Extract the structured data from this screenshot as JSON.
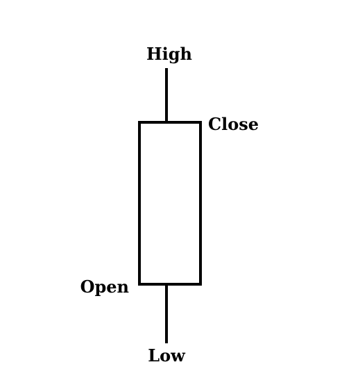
{
  "diagram": {
    "labels": {
      "high": "High",
      "close": "Close",
      "open": "Open",
      "low": "Low"
    },
    "colors": {
      "stroke": "#000000",
      "body_fill": "#ffffff",
      "background": "#ffffff"
    }
  }
}
